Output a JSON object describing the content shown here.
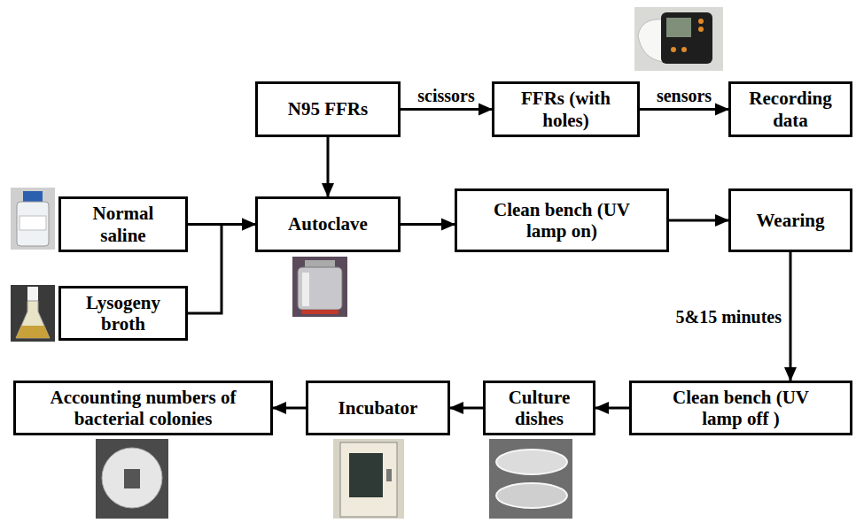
{
  "diagram": {
    "nodes": [
      {
        "text": [
          "N95 FFRs"
        ]
      },
      {
        "text": [
          "FFRs (with holes)"
        ]
      },
      {
        "text": [
          "Recording data"
        ]
      },
      {
        "text": [
          "Normal saline"
        ]
      },
      {
        "text": [
          "Lysogeny broth"
        ]
      },
      {
        "text": [
          "Autoclave"
        ]
      },
      {
        "text": [
          "Clean bench (UV lamp on)"
        ]
      },
      {
        "text": [
          "Wearing"
        ]
      },
      {
        "text": [
          "Clean bench (UV lamp off )"
        ]
      },
      {
        "text": [
          "Culture dishes"
        ]
      },
      {
        "text": [
          "Incubator"
        ]
      },
      {
        "text": [
          "Accounting numbers of bacterial colonies"
        ]
      }
    ],
    "edges": [
      {
        "from": 0,
        "to": 1,
        "label": "scissors",
        "arrow": "to"
      },
      {
        "from": 1,
        "to": 2,
        "label": "sensors",
        "arrow": "to"
      },
      {
        "from": 0,
        "to": 5,
        "arrow": "to"
      },
      {
        "from": 3,
        "to": 5,
        "arrow": "to"
      },
      {
        "from": 4,
        "to": 5,
        "arrow": "to"
      },
      {
        "from": 5,
        "to": 6,
        "arrow": "to"
      },
      {
        "from": 6,
        "to": 7,
        "arrow": "to"
      },
      {
        "from": 7,
        "to": 8,
        "label": "5&15 minutes",
        "arrow": "to"
      },
      {
        "from": 8,
        "to": 9,
        "arrow": "to"
      },
      {
        "from": 9,
        "to": 10,
        "arrow": "to"
      },
      {
        "from": 10,
        "to": 11,
        "arrow": "to"
      }
    ]
  }
}
